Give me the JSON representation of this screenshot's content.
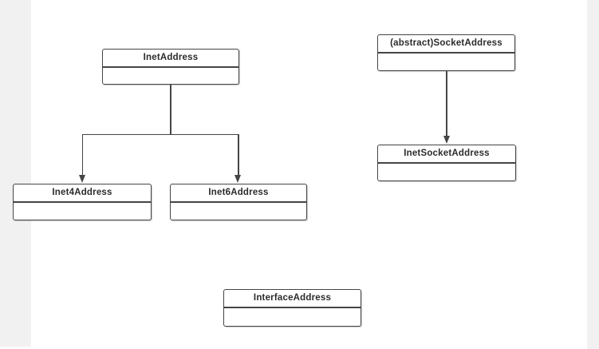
{
  "theme": {
    "canvas_bg": "#ffffff",
    "gutter_color": "#f1f1f2",
    "stroke_color": "#454545",
    "text_color": "#2b2b2b"
  },
  "diagram": {
    "type": "uml-class-hierarchy",
    "nodes": [
      {
        "label": "InetAddress"
      },
      {
        "label": "Inet4Address"
      },
      {
        "label": "Inet6Address"
      },
      {
        "label": "(abstract)SocketAddress"
      },
      {
        "label": "InetSocketAddress"
      },
      {
        "label": "InterfaceAddress"
      }
    ],
    "edges": [
      {
        "from": "InetAddress",
        "to": "Inet4Address",
        "arrow": "solid-triangle-down"
      },
      {
        "from": "InetAddress",
        "to": "Inet6Address",
        "arrow": "solid-triangle-down"
      },
      {
        "from": "(abstract)SocketAddress",
        "to": "InetSocketAddress",
        "arrow": "solid-triangle-down"
      }
    ]
  }
}
